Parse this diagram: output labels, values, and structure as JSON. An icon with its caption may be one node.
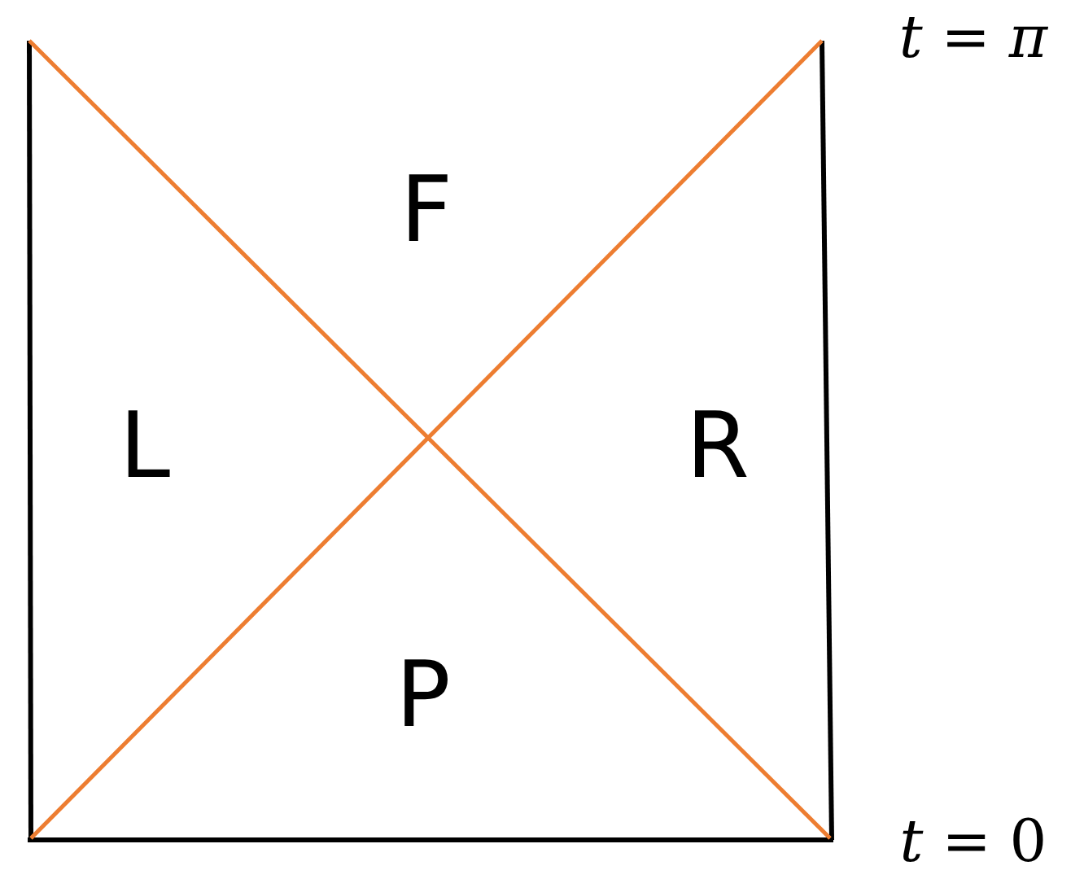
{
  "diagram": {
    "labels": [
      "*t* = *π*",
      "F",
      "L",
      "R",
      "P",
      "*t* = 0"
    ]
  }
}
